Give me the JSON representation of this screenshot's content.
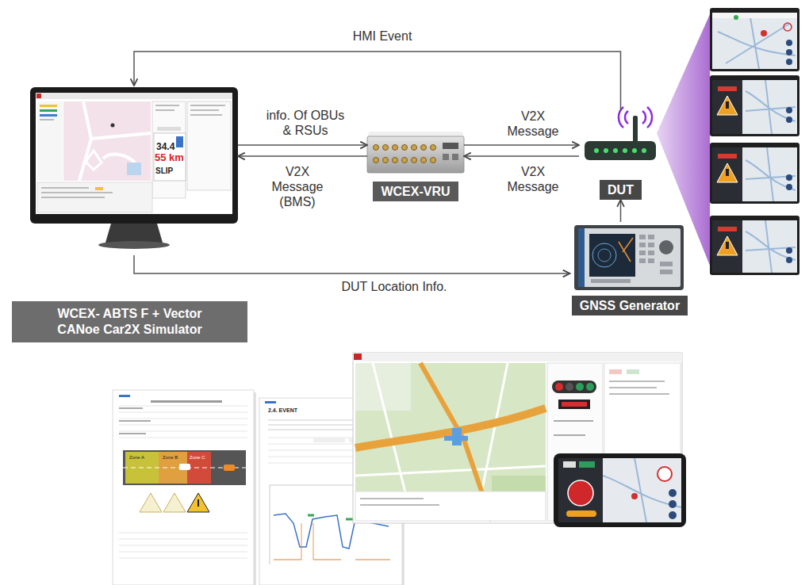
{
  "diagram": {
    "nodes": [
      {
        "text": [
          "WCEX- ABTS F + Vector CANoe Car2X Simulator"
        ]
      },
      {
        "text": [
          "WCEX-VRU"
        ]
      },
      {
        "text": [
          "DUT"
        ]
      },
      {
        "text": [
          "GNSS Generator"
        ]
      }
    ],
    "edges": [
      {
        "from": 2,
        "to": 0,
        "label": "HMI Event",
        "arrow": "to"
      },
      {
        "from": 0,
        "to": 1,
        "label": "info. Of OBUs & RSUs",
        "arrow": "to"
      },
      {
        "from": 1,
        "to": 0,
        "label": "V2X Message (BMS)",
        "arrow": "to"
      },
      {
        "from": 1,
        "to": 2,
        "label": "V2X Message",
        "arrow": "to"
      },
      {
        "from": 2,
        "to": 1,
        "label": "V2X Message",
        "arrow": "to"
      },
      {
        "from": 3,
        "to": 2,
        "arrow": "to"
      },
      {
        "from": 0,
        "to": 3,
        "label": "DUT Location Info.",
        "arrow": "to"
      }
    ],
    "labels": [
      "34.4",
      "55 km",
      "SLIP",
      "Zone A",
      "Zone B",
      "Zone C",
      "2.4. EVENT"
    ]
  }
}
